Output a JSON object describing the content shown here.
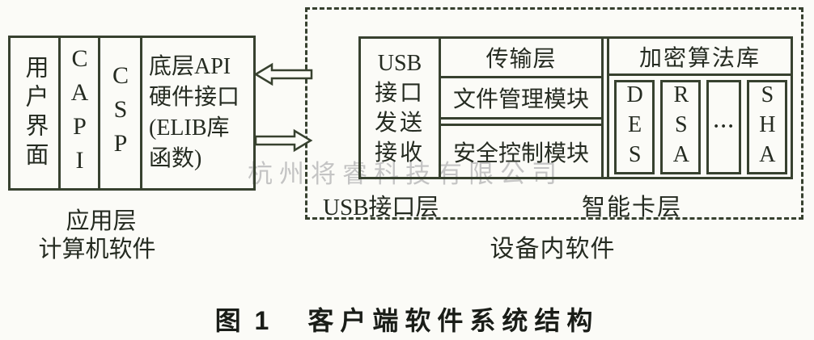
{
  "colors": {
    "line": "#37412f",
    "text": "#252b21",
    "caption": "#1a1d18",
    "watermark": "#c4c4c4",
    "background": "#fbfbf7"
  },
  "watermark": "杭州将睿科技有限公司",
  "app_layer_box": {
    "user_interface": "用户界面",
    "capi": "CAPI",
    "csp": "CSP",
    "low_api_lines": [
      "底层API",
      "硬件接口",
      "(ELIB库",
      "函数)"
    ],
    "label_line1": "应用层",
    "label_line2": "计算机软件"
  },
  "device_box": {
    "usb_io_lines": [
      "USB",
      "接口",
      "发送",
      "接收"
    ],
    "transport_layer": "传输层",
    "file_module": "文件管理模块",
    "security_module": "安全控制模块",
    "crypto_lib": "加密算法库",
    "algorithms": [
      "DES",
      "RSA",
      "···",
      "SHA"
    ],
    "usb_layer_label": "USB接口层",
    "smartcard_layer_label": "智能卡层",
    "device_label": "设备内软件"
  },
  "caption": {
    "figure_label": "图 1",
    "figure_title": "客户端软件系统结构"
  }
}
